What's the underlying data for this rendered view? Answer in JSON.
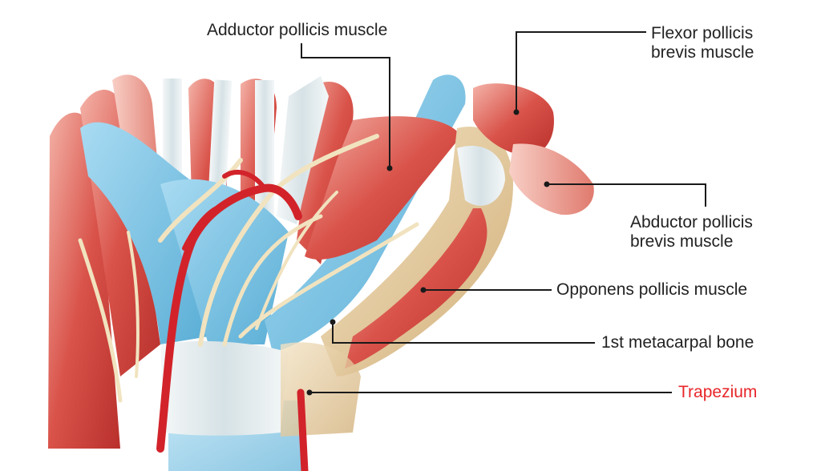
{
  "labels": {
    "adductor": "Adductor pollicis muscle",
    "flexor_line1": "Flexor pollicis",
    "flexor_line2": "brevis muscle",
    "abductor_line1": "Abductor pollicis",
    "abductor_line2": "brevis muscle",
    "opponens": "Opponens pollicis muscle",
    "metacarpal": "1st metacarpal bone",
    "trapezium": "Trapezium"
  },
  "colors": {
    "text": "#222222",
    "highlight": "#e8262a",
    "leader": "#1a1a1a",
    "muscle": "#d9534a",
    "muscle_light": "#f2a79c",
    "tendon": "#7fc4e6",
    "bone": "#e8d2a8",
    "nerve": "#f1e3bf",
    "artery": "#d2232a",
    "ligament": "#e4f0f4"
  }
}
